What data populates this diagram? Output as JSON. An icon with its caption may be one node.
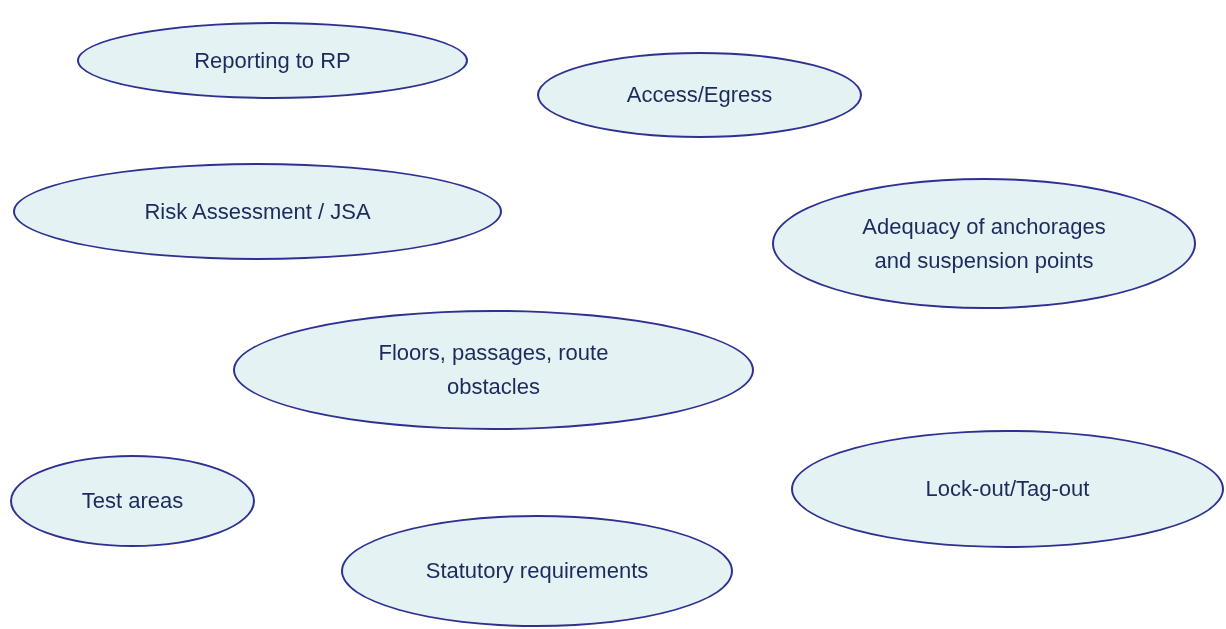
{
  "diagram": {
    "nodes": [
      {
        "text": [
          "Reporting to RP"
        ]
      },
      {
        "text": [
          "Access/Egress"
        ]
      },
      {
        "text": [
          "Risk Assessment / JSA"
        ]
      },
      {
        "text": [
          "Adequacy of anchorages and suspension points"
        ]
      },
      {
        "text": [
          "Floors, passages, route obstacles"
        ]
      },
      {
        "text": [
          "Test areas"
        ]
      },
      {
        "text": [
          "Lock-out/Tag-out"
        ]
      },
      {
        "text": [
          "Statutory requirements"
        ]
      }
    ]
  }
}
